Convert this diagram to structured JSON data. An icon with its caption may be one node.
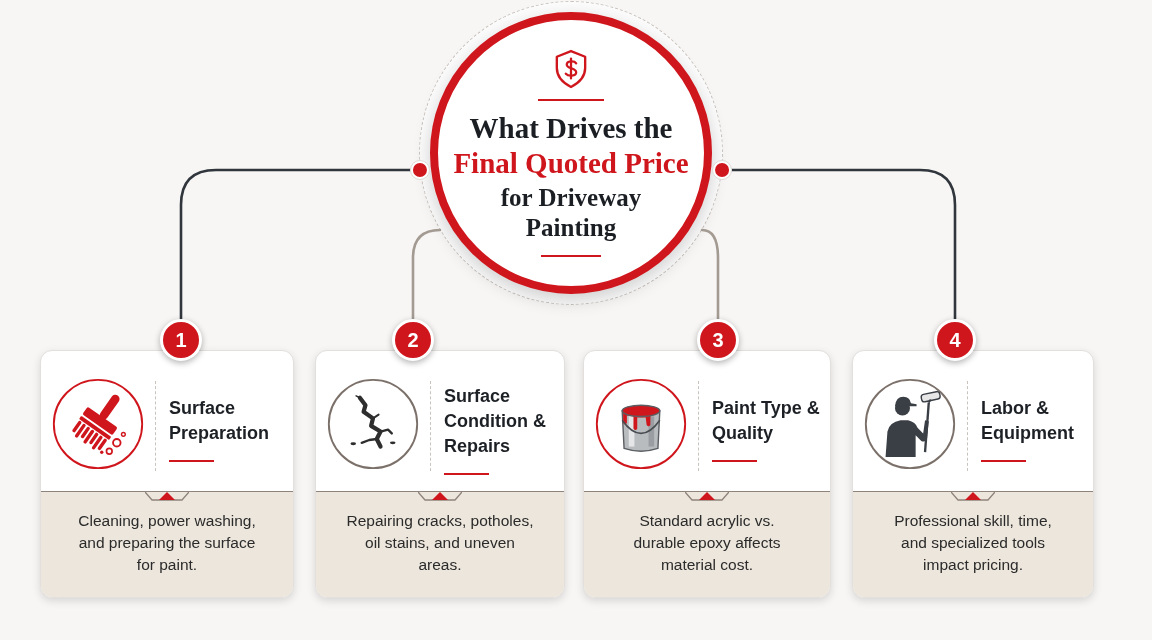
{
  "diagram": {
    "nodes": [
      {
        "text": [
          "What Drives the **Final Quoted Price**",
          "for Driveway Painting"
        ]
      },
      {
        "text": [
          "1"
        ]
      },
      {
        "text": [
          "Surface Preparation"
        ]
      },
      {
        "text": [
          "Cleaning, power washing, and preparing the surface for paint."
        ],
        "in": 2
      },
      {
        "text": [
          "2"
        ]
      },
      {
        "text": [
          "Surface Condition & Repairs"
        ]
      },
      {
        "text": [
          "Repairing cracks, potholes, oil stains, and uneven areas."
        ],
        "in": 5
      },
      {
        "text": [
          "3"
        ]
      },
      {
        "text": [
          "Paint Type & Quality"
        ]
      },
      {
        "text": [
          "Standard acrylic vs. durable epoxy affects material cost."
        ],
        "in": 8
      },
      {
        "text": [
          "4"
        ]
      },
      {
        "text": [
          "Labor & Equipment"
        ]
      },
      {
        "text": [
          "Professional skill, time, and specialized tools impact pricing."
        ],
        "in": 11
      }
    ],
    "edges": [
      {
        "from": 0,
        "to": 1,
        "arrow": "other"
      },
      {
        "from": 0,
        "to": 4,
        "arrow": "none",
        "color": "#a39a92"
      },
      {
        "from": 0,
        "to": 7,
        "arrow": "none",
        "color": "#a39a92"
      },
      {
        "from": 0,
        "to": 10,
        "arrow": "other"
      }
    ]
  }
}
